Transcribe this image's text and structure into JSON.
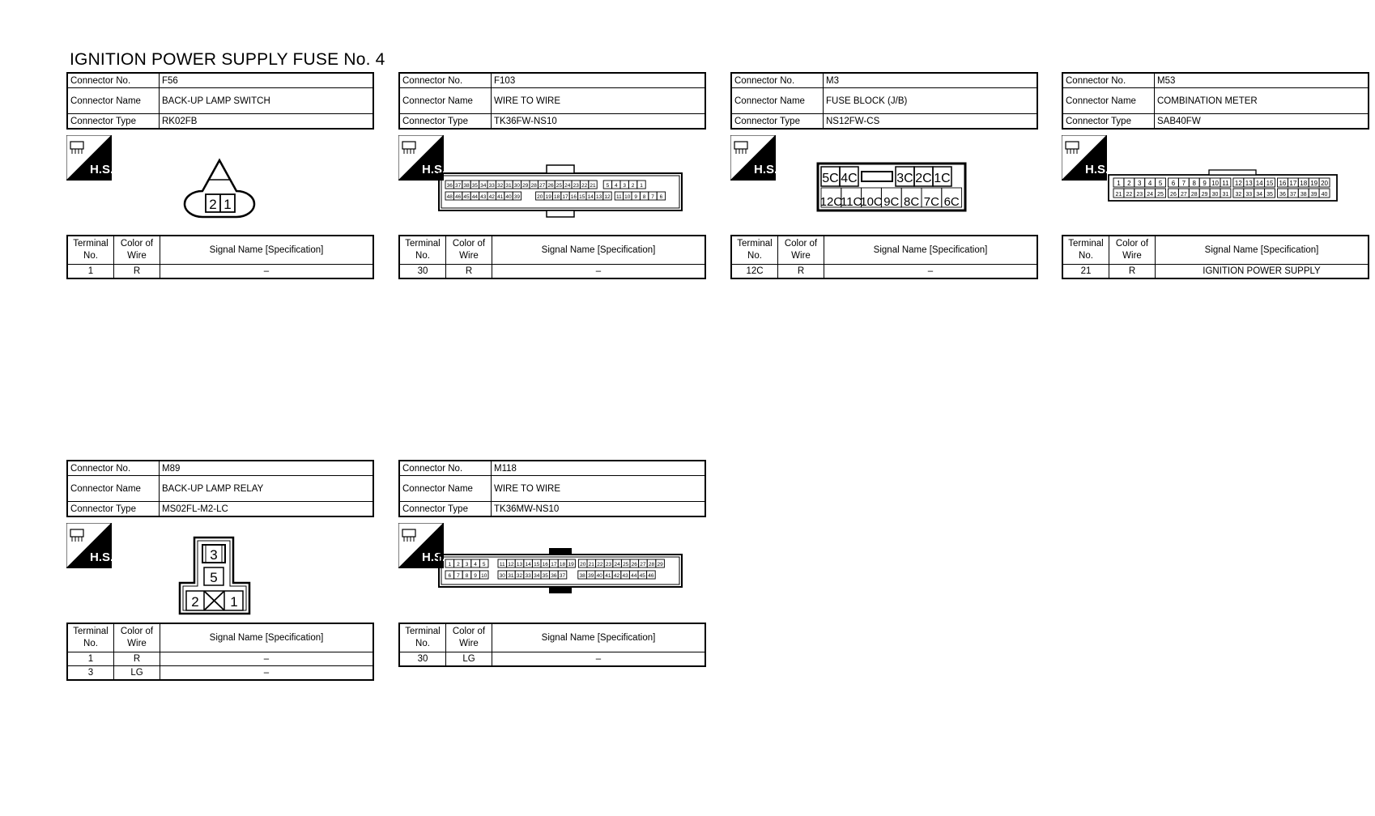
{
  "page_title": "IGNITION POWER SUPPLY FUSE No. 4",
  "header_labels": {
    "no": "Connector No.",
    "name": "Connector Name",
    "type": "Connector Type"
  },
  "signal_labels": {
    "terminal": "Terminal No.",
    "color": "Color of Wire",
    "signal": "Signal Name [Specification]"
  },
  "hs_label": "H.S.",
  "connectors": [
    {
      "no": "F56",
      "name": "BACK-UP LAMP SWITCH",
      "type": "RK02FB",
      "pins": [
        "2",
        "1"
      ],
      "rows": [
        {
          "terminal": "1",
          "color": "R",
          "signal": "–"
        }
      ]
    },
    {
      "no": "F103",
      "name": "WIRE TO WIRE",
      "type": "TK36FW-NS10",
      "pins_top": [
        "36",
        "37",
        "38",
        "35",
        "34",
        "33",
        "32",
        "31",
        "30",
        "29",
        "28",
        "27",
        "26",
        "25",
        "24",
        "23",
        "22",
        "21",
        "5",
        "4",
        "3",
        "2",
        "1"
      ],
      "pins_bottom": [
        "48",
        "46",
        "45",
        "44",
        "43",
        "42",
        "41",
        "40",
        "39",
        "20",
        "19",
        "18",
        "17",
        "16",
        "15",
        "14",
        "13",
        "12",
        "11",
        "10",
        "9",
        "8",
        "7",
        "6"
      ],
      "rows": [
        {
          "terminal": "30",
          "color": "R",
          "signal": "–"
        }
      ]
    },
    {
      "no": "M3",
      "name": "FUSE BLOCK (J/B)",
      "type": "NS12FW-CS",
      "pins_top": [
        "5C",
        "4C",
        "",
        "3C",
        "2C",
        "1C"
      ],
      "pins_bottom": [
        "12C",
        "11C",
        "10C",
        "9C",
        "8C",
        "7C",
        "6C"
      ],
      "rows": [
        {
          "terminal": "12C",
          "color": "R",
          "signal": "–"
        }
      ]
    },
    {
      "no": "M53",
      "name": "COMBINATION METER",
      "type": "SAB40FW",
      "pins_top": [
        "1",
        "2",
        "3",
        "4",
        "5",
        "6",
        "7",
        "8",
        "9",
        "10",
        "11",
        "12",
        "13",
        "14",
        "15",
        "16",
        "17",
        "18",
        "19",
        "20"
      ],
      "pins_bottom": [
        "21",
        "22",
        "23",
        "24",
        "25",
        "26",
        "27",
        "28",
        "29",
        "30",
        "31",
        "32",
        "33",
        "34",
        "35",
        "36",
        "37",
        "38",
        "39",
        "40"
      ],
      "rows": [
        {
          "terminal": "21",
          "color": "R",
          "signal": "IGNITION POWER SUPPLY"
        }
      ]
    },
    {
      "no": "M89",
      "name": "BACK-UP LAMP RELAY",
      "type": "MS02FL-M2-LC",
      "pins": [
        "3",
        "5",
        "2",
        "1"
      ],
      "rows": [
        {
          "terminal": "1",
          "color": "R",
          "signal": "–"
        },
        {
          "terminal": "3",
          "color": "LG",
          "signal": "–"
        }
      ]
    },
    {
      "no": "M118",
      "name": "WIRE TO WIRE",
      "type": "TK36MW-NS10",
      "pins_top": [
        "1",
        "2",
        "3",
        "4",
        "5",
        "11",
        "12",
        "13",
        "14",
        "15",
        "16",
        "17",
        "18",
        "19",
        "20",
        "21",
        "22",
        "23",
        "24",
        "25",
        "26",
        "27",
        "28",
        "29"
      ],
      "pins_bottom": [
        "6",
        "7",
        "8",
        "9",
        "10",
        "30",
        "31",
        "32",
        "33",
        "34",
        "35",
        "36",
        "37",
        "38",
        "39",
        "40",
        "41",
        "42",
        "43",
        "44",
        "45",
        "46"
      ],
      "rows": [
        {
          "terminal": "30",
          "color": "LG",
          "signal": "–"
        }
      ]
    }
  ]
}
